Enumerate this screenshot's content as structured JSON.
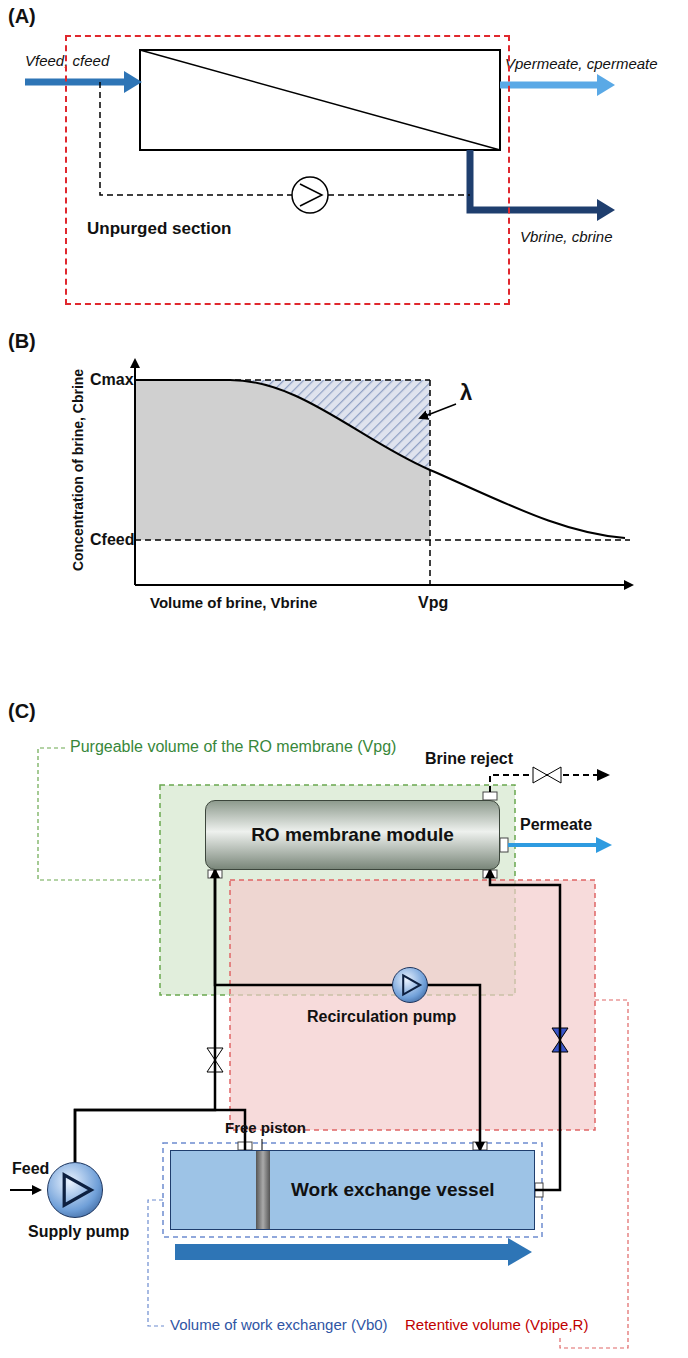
{
  "diagram": {
    "nodes": [
      {
        "text": [
          "Unpurged section"
        ]
      },
      {
        "text": [
          "RO membrane module"
        ]
      },
      {
        "text": [
          "Recirculation pump"
        ]
      },
      {
        "text": [
          "Work exchange vessel"
        ]
      },
      {
        "text": [
          "Supply pump"
        ]
      }
    ],
    "edges": [
      {
        "from": 4,
        "to": 1,
        "arrow": "to"
      },
      {
        "from": 4,
        "to": 3,
        "arrow": "none"
      },
      {
        "from": 1,
        "to": 2,
        "arrow": "none"
      },
      {
        "from": 2,
        "to": 3,
        "arrow": "to"
      },
      {
        "from": 3,
        "to": 1,
        "arrow": "to"
      }
    ],
    "labels": [
      "(A)",
      "Vfeed, cfeed",
      "Vpermeate, cpermeate",
      "Vbrine, cbrine",
      "(B)",
      "Cmax",
      "λ",
      "Cfeed",
      "Concentration of brine, Cbrine",
      "Volume of brine, Vbrine",
      "Vpg",
      "(C)",
      "Purgeable volume of the RO membrane (Vpg)",
      "Brine reject",
      "Permeate",
      "Free piston",
      "Feed",
      "Volume of work exchanger (Vb0)",
      "Retentive volume (Vpipe,R)"
    ]
  }
}
